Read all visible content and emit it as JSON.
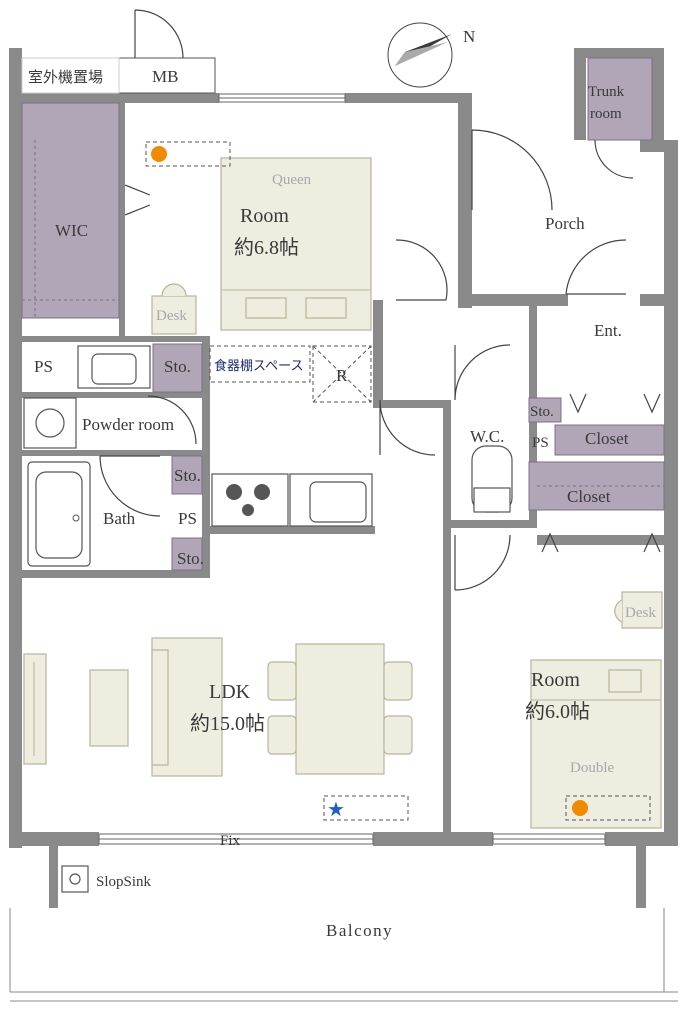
{
  "labels": {
    "outdoor_unit": "室外機置場",
    "mb": "MB",
    "trunk_room_1": "Trunk",
    "trunk_room_2": "room",
    "wic": "WIC",
    "queen": "Queen",
    "room1_name": "Room",
    "room1_size": "約6.8帖",
    "desk1": "Desk",
    "porch": "Porch",
    "ent": "Ent.",
    "ps1": "PS",
    "sto1": "Sto.",
    "shelf_space": "食器棚スペース",
    "r": "R",
    "powder_room": "Powder room",
    "wc": "W.C.",
    "sto2": "Sto.",
    "ps2": "PS",
    "closet1": "Closet",
    "closet2": "Closet",
    "sto3": "Sto.",
    "bath": "Bath",
    "ps3": "PS",
    "sto4": "Sto.",
    "desk2": "Desk",
    "ldk_name": "LDK",
    "ldk_size": "約15.0帖",
    "room2_name": "Room",
    "room2_size": "約6.0帖",
    "double": "Double",
    "fix": "Fix",
    "slop_sink": "SlopSink",
    "balcony": "Balcony",
    "north": "N"
  },
  "colors": {
    "wall": "#8a8a8a",
    "storage": "#b0a6b8",
    "furniture": "#efece0",
    "marker_orange": "#f08a00",
    "marker_blue": "#1f5fbf"
  }
}
